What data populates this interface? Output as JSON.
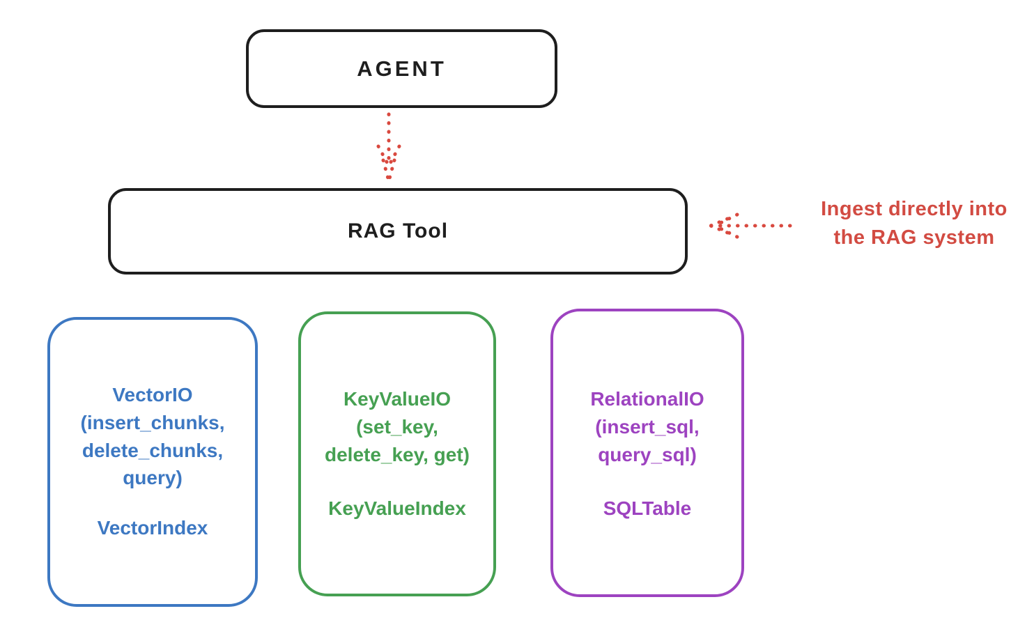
{
  "diagram": {
    "agent_label": "AGENT",
    "rag_tool_label": "RAG Tool",
    "annotation": {
      "line1": "Ingest directly into",
      "line2": "the RAG system"
    },
    "colors": {
      "outline": "#1e1e1e",
      "blue": "#3d78c2",
      "green": "#46a052",
      "purple": "#9d43c0",
      "red": "#d24b42",
      "background": "#ffffff"
    },
    "arrows": [
      {
        "name": "agent-to-rag-tool",
        "style": "dotted",
        "direction": "down",
        "color": "#d24b42"
      },
      {
        "name": "annotation-to-rag-tool",
        "style": "dotted",
        "direction": "left",
        "color": "#d24b42"
      }
    ],
    "storage_boxes": [
      {
        "id": "vector-io",
        "color": "#3d78c2",
        "io_lines": [
          "VectorIO",
          "(insert_chunks,",
          "delete_chunks,",
          "query)"
        ],
        "index_label": "VectorIndex"
      },
      {
        "id": "keyvalue-io",
        "color": "#46a052",
        "io_lines": [
          "KeyValueIO",
          "(set_key,",
          "delete_key, get)"
        ],
        "index_label": "KeyValueIndex"
      },
      {
        "id": "relational-io",
        "color": "#9d43c0",
        "io_lines": [
          "RelationalIO",
          "(insert_sql,",
          "query_sql)"
        ],
        "index_label": "SQLTable"
      }
    ]
  }
}
